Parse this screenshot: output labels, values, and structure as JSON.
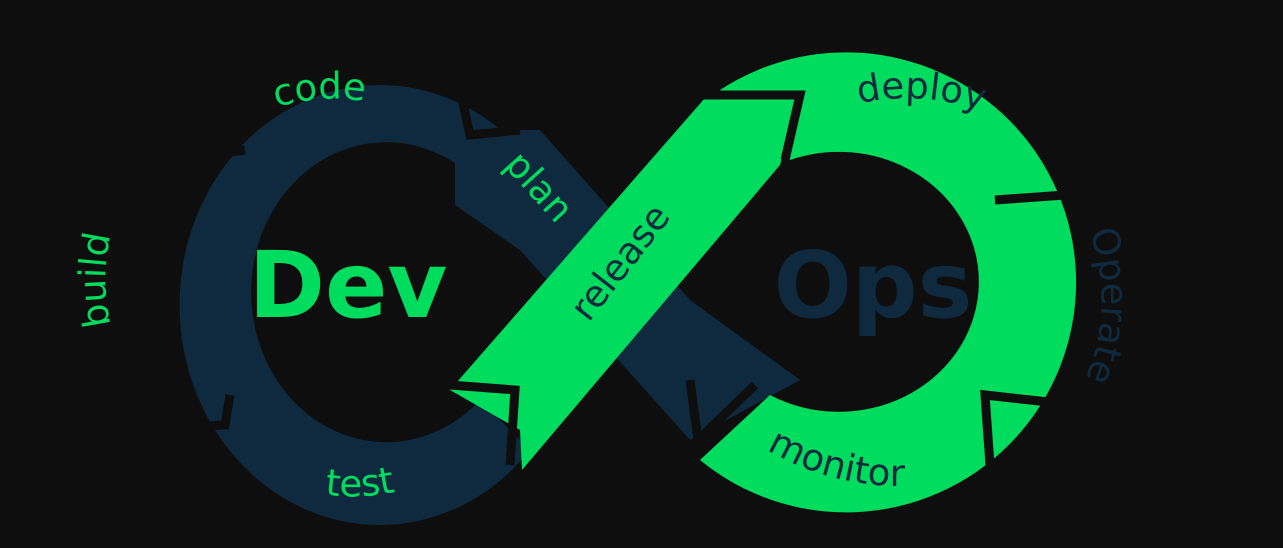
{
  "colors": {
    "background": "#0e0e0e",
    "dev_ring": "#0f2a3f",
    "ops_ring": "#00dd5e",
    "gap": "#0e0e0e"
  },
  "dev": {
    "title": "Dev",
    "segments": {
      "code": "code",
      "plan": "plan",
      "build": "build",
      "test": "test"
    }
  },
  "ops": {
    "title": "Ops",
    "segments": {
      "release": "release",
      "deploy": "deploy",
      "operate": "Operate",
      "monitor": "monitor"
    }
  }
}
